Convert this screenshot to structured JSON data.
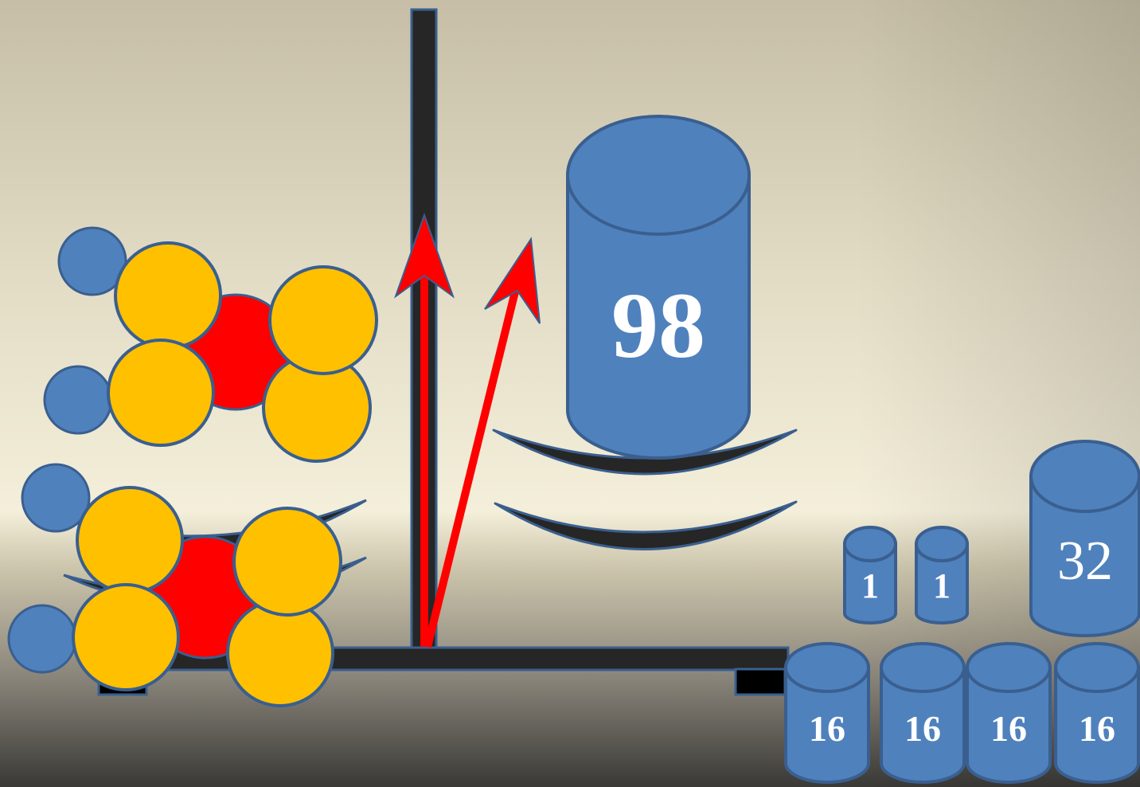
{
  "colors": {
    "bar": "#262626",
    "weight_fill": "#4f81bd",
    "weight_stroke": "#3a5f8f",
    "atom_yellow": "#ffc000",
    "atom_red": "#ff0000",
    "atom_blue": "#4f81bd",
    "arrow": "#ff0000"
  },
  "weights": {
    "big": "98",
    "right_large": "32",
    "small_left": "1",
    "small_right": "1",
    "bottom_1": "16",
    "bottom_2": "16",
    "bottom_3": "16",
    "bottom_4": "16"
  }
}
